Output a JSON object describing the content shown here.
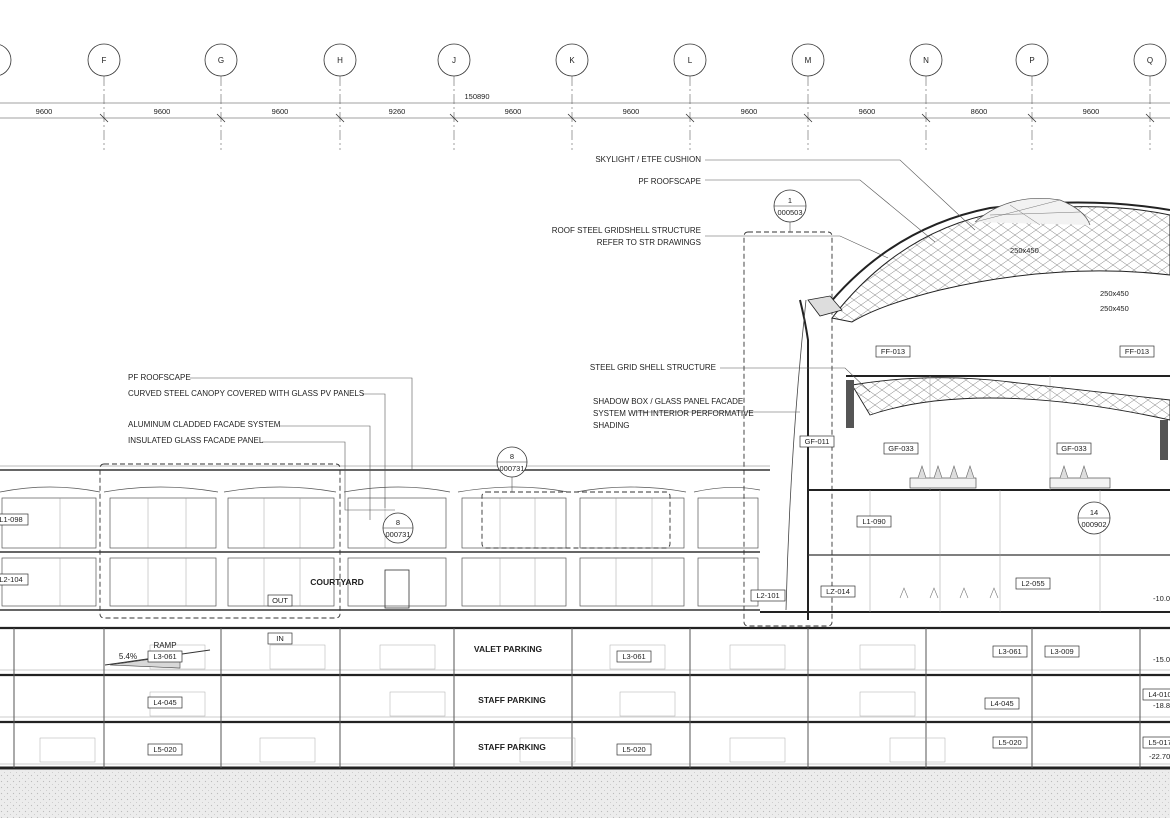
{
  "grid": {
    "labels": [
      "F",
      "G",
      "H",
      "J",
      "K",
      "L",
      "M",
      "N",
      "P",
      "Q"
    ],
    "overall_dimension": "150890",
    "bay_dimensions": [
      "9600",
      "9600",
      "9600",
      "9260",
      "9600",
      "9600",
      "9600",
      "9600",
      "8600",
      "9600"
    ]
  },
  "annotations": {
    "skylight": "SKYLIGHT / ETFE CUSHION",
    "pf_roofscape_top": "PF ROOFSCAPE",
    "roof_gridshell_1": "ROOF STEEL GRIDSHELL STRUCTURE",
    "roof_gridshell_2": "REFER TO STR DRAWINGS",
    "steel_grid_shell": "STEEL GRID SHELL STRUCTURE",
    "shadow_box_1": "SHADOW BOX / GLASS PANEL FACADE",
    "shadow_box_2": "SYSTEM WITH INTERIOR PERFORMATIVE",
    "shadow_box_3": "SHADING",
    "pf_roofscape_left": "PF ROOFSCAPE",
    "curved_canopy": "CURVED STEEL CANOPY COVERED WITH GLASS PV PANELS",
    "aluminum_facade": "ALUMINUM CLADDED FACADE SYSTEM",
    "insulated_glass": "INSULATED GLASS FACADE PANEL"
  },
  "callouts": {
    "c1_num": "1",
    "c1_ref": "000503",
    "c8a_num": "8",
    "c8a_ref": "000731",
    "c8b_num": "8",
    "c8b_ref": "000731",
    "c14_num": "14",
    "c14_ref": "000902"
  },
  "beam_sizes": {
    "a": "250x450",
    "b": "250x450",
    "c": "250x450"
  },
  "rooms": {
    "ff013_a": "FF-013",
    "ff013_b": "FF-013",
    "gf011": "GF-011",
    "gf033_a": "GF-033",
    "gf033_b": "GF-033",
    "l1_090": "L1-090",
    "l1_098": "L1-098",
    "l2_104": "L2-104",
    "l2_101": "L2-101",
    "lz_014": "LZ-014",
    "l2_055": "L2-055",
    "courtyard": "COURTYARD",
    "out": "OUT",
    "in": "IN",
    "ramp": "RAMP",
    "ramp_slope": "5.4%",
    "l3_061_a": "L3-061",
    "l3_061_b": "L3-061",
    "l3_061_c": "L3-061",
    "l3_009": "L3-009",
    "valet": "VALET PARKING",
    "l4_045_a": "L4-045",
    "l4_045_b": "L4-045",
    "l4_010": "L4-010",
    "staff_1": "STAFF PARKING",
    "l5_020_a": "L5-020",
    "l5_020_b": "L5-020",
    "l5_020_c": "L5-020",
    "l5_017": "L5-017",
    "staff_2": "STAFF PARKING"
  },
  "levels": {
    "lv1": "-10.0",
    "lv2": "-15.0",
    "lv3": "-18.8",
    "lv4": "-22.70"
  }
}
